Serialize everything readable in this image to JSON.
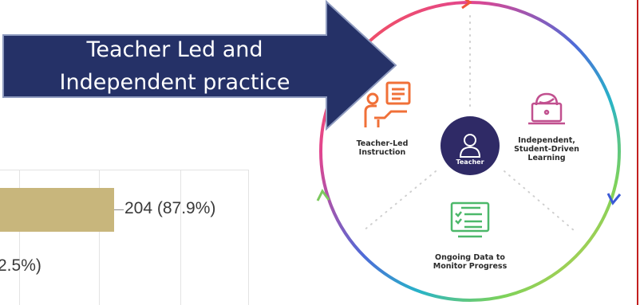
{
  "callout": {
    "line1": "Teacher Led and",
    "line2": "Independent practice",
    "fill_color": "#253167"
  },
  "cycle": {
    "center_label": "Teacher",
    "nodes": [
      {
        "line1": "Teacher-Led",
        "line2": "Instruction",
        "line3": "",
        "icon": "teacher-at-laptop-icon"
      },
      {
        "line1": "Independent,",
        "line2": "Student-Driven",
        "line3": "Learning",
        "icon": "student-at-laptop-icon"
      },
      {
        "line1": "Ongoing Data to",
        "line2": "Monitor Progress",
        "line3": "",
        "icon": "checklist-icon"
      }
    ],
    "center_color": "#2f2a66",
    "ring_gradient": [
      "#ff5a3a",
      "#c93aa8",
      "#3f6fd8",
      "#27b3c8",
      "#7dd25a",
      "#f4c94a"
    ]
  },
  "chart_data": {
    "type": "bar",
    "orientation": "horizontal",
    "bar_color": "#c8b67c",
    "visible_labels": [
      "204 (87.9%)",
      "2.5%)"
    ]
  }
}
